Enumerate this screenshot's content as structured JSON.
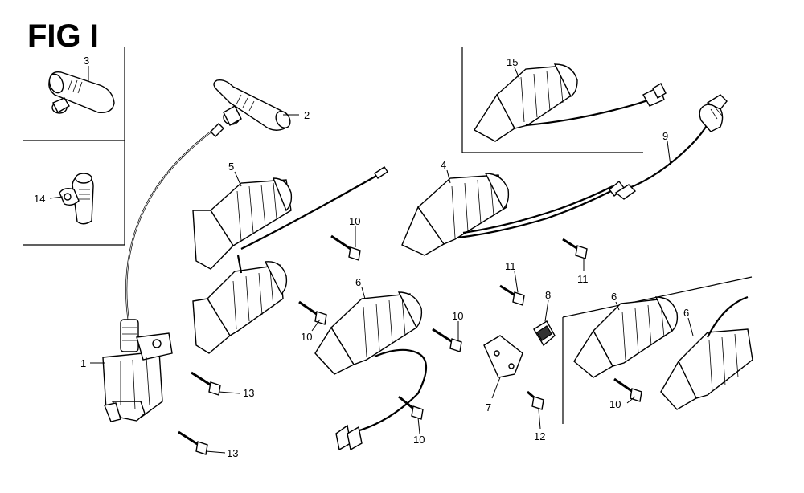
{
  "figure": {
    "title": "FIG I"
  },
  "callouts": [
    {
      "id": "c3a",
      "label": "3"
    },
    {
      "id": "c2",
      "label": "2"
    },
    {
      "id": "c14",
      "label": "14"
    },
    {
      "id": "c5",
      "label": "5"
    },
    {
      "id": "c1",
      "label": "1"
    },
    {
      "id": "c10a",
      "label": "10"
    },
    {
      "id": "c4",
      "label": "4"
    },
    {
      "id": "c15",
      "label": "15"
    },
    {
      "id": "c9",
      "label": "9"
    },
    {
      "id": "c11a",
      "label": "11"
    },
    {
      "id": "c11b",
      "label": "11"
    },
    {
      "id": "c6a",
      "label": "6"
    },
    {
      "id": "c10b",
      "label": "10"
    },
    {
      "id": "c10c",
      "label": "10"
    },
    {
      "id": "c8",
      "label": "8"
    },
    {
      "id": "c7",
      "label": "7"
    },
    {
      "id": "c13a",
      "label": "13"
    },
    {
      "id": "c13b",
      "label": "13"
    },
    {
      "id": "c10d",
      "label": "10"
    },
    {
      "id": "c12",
      "label": "12"
    },
    {
      "id": "c6b",
      "label": "6"
    },
    {
      "id": "c6c",
      "label": "6"
    },
    {
      "id": "c10e",
      "label": "10"
    }
  ]
}
